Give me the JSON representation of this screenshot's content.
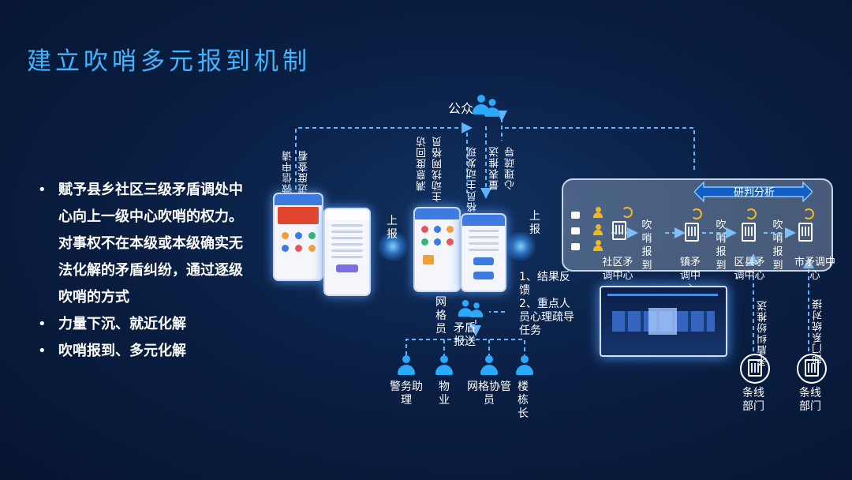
{
  "title": "建立吹哨多元报到机制",
  "bullets": [
    "赋予县乡社区三级矛盾调处中心向上一级中心吹哨的权力。对事权不在本级或本级确实无法化解的矛盾纠纷，通过逐级吹哨的方式",
    "力量下沉、就近化解",
    "吹哨报到、多元化解"
  ],
  "diagram": {
    "public_label": "公众",
    "left_vertical": [
      "进度查看",
      "微信申请"
    ],
    "middle_vertical": [
      "网格员主动发现",
      "主动找网格员",
      "满意度回访"
    ],
    "phone_right_vertical": [
      "量表推送",
      "心理疏导"
    ],
    "report_left": "上报",
    "report_right": "上报",
    "grid_worker": "网格员",
    "conflict_report": "矛盾报送",
    "feedback": "1、结果反馈\n2、重点人员心理疏导任务",
    "bottom_people": [
      "警务助理",
      "物业",
      "网格协管员",
      "楼栋长"
    ],
    "research": "研判分析",
    "whistle": "吹哨报到",
    "centers": [
      "社区矛调中心",
      "镇矛调中心",
      "区县矛调中心",
      "市矛调中心"
    ],
    "dept_vertical": [
      "矛盾纠纷推送",
      "部门系统对接"
    ],
    "depts": [
      "条线部门",
      "条线部门"
    ]
  }
}
